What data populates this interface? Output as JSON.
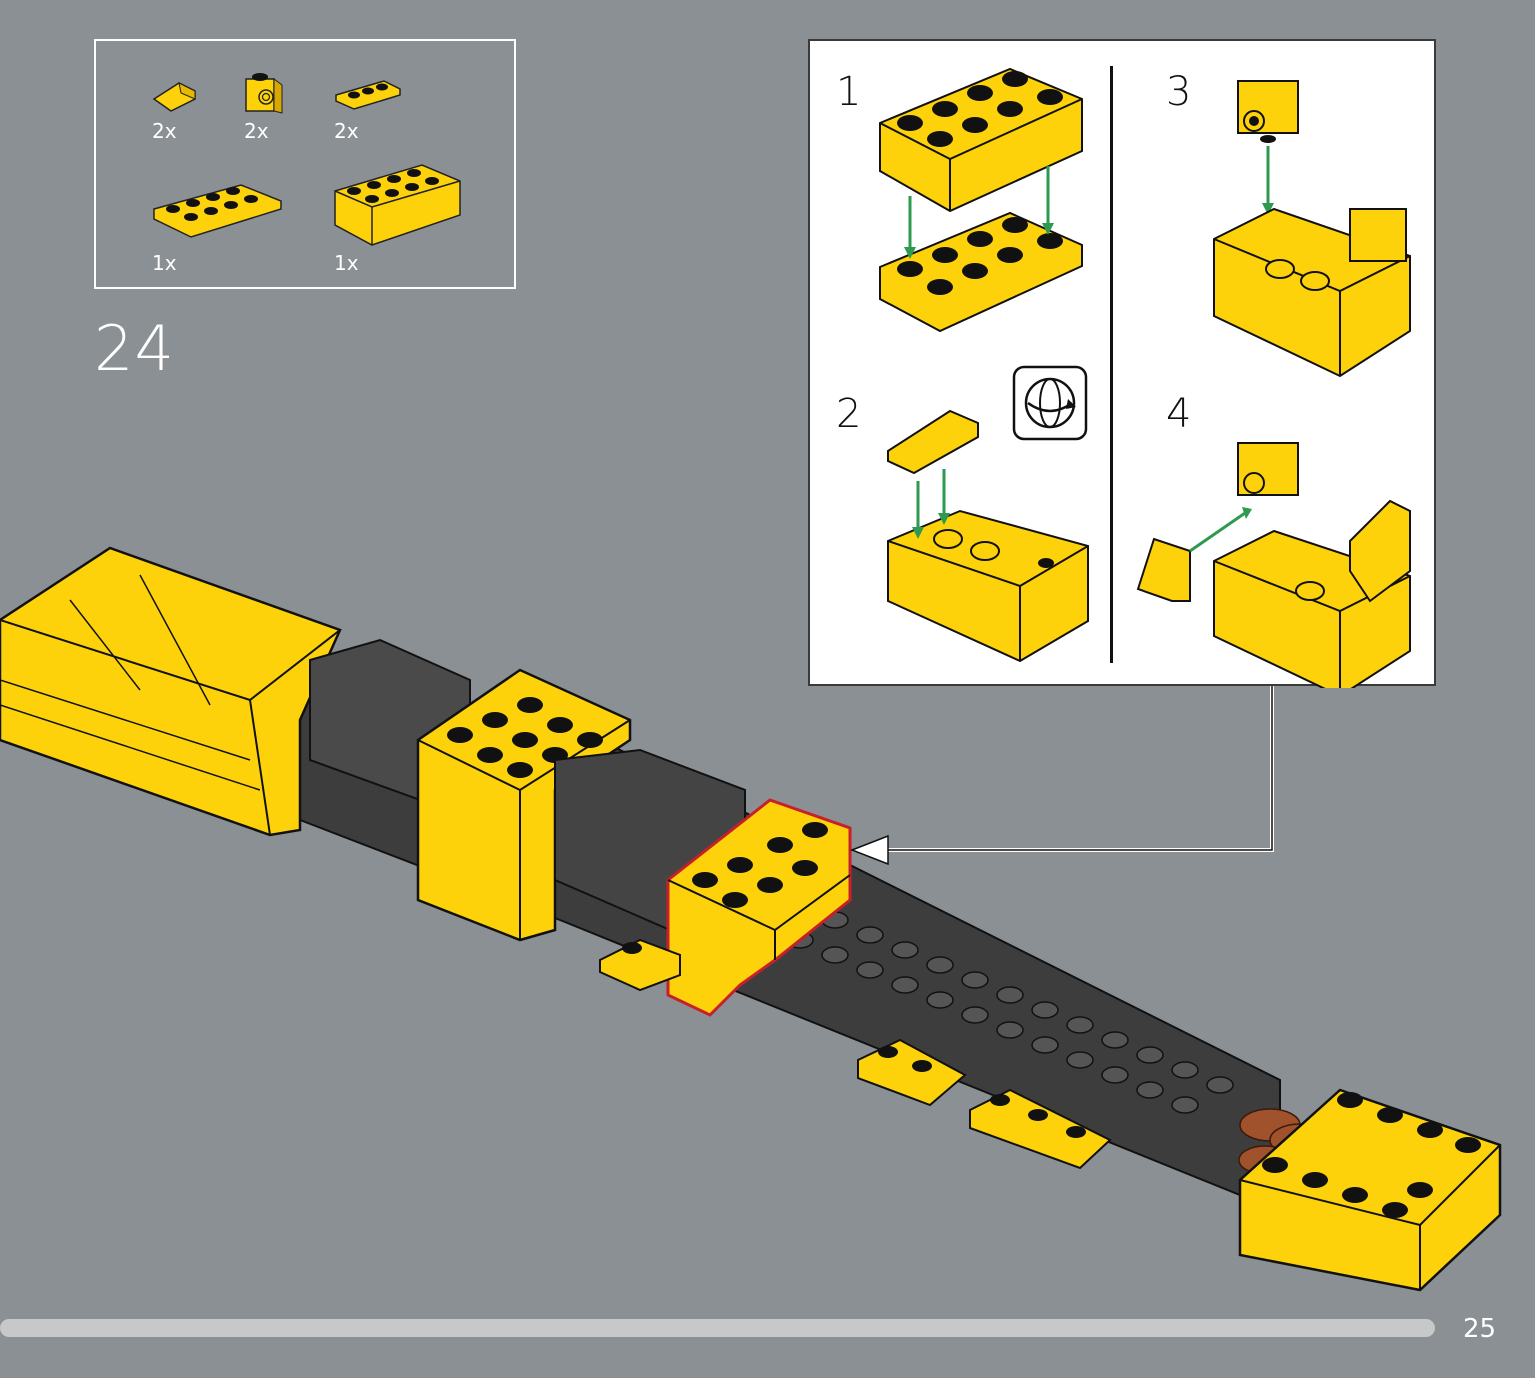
{
  "parts_list": {
    "items": [
      {
        "part": "yellow-slope-1x2",
        "qty": "2x"
      },
      {
        "part": "yellow-brick-1x1-side-stud",
        "qty": "2x"
      },
      {
        "part": "yellow-plate-1x3",
        "qty": "2x"
      },
      {
        "part": "yellow-plate-2x4",
        "qty": "1x"
      },
      {
        "part": "yellow-brick-2x4",
        "qty": "1x"
      }
    ]
  },
  "step": {
    "number": "24"
  },
  "subassembly": {
    "steps": [
      "1",
      "2",
      "3",
      "4"
    ],
    "rotate_icon": "rotate-model-icon"
  },
  "colors": {
    "background": "#8a9093",
    "yellow": "#fdd20a",
    "dark": "#3d3d3d",
    "highlight": "#c8202a",
    "arrow_green": "#2e9a4f",
    "brown": "#a0522d"
  },
  "footer": {
    "page_number": "25"
  }
}
